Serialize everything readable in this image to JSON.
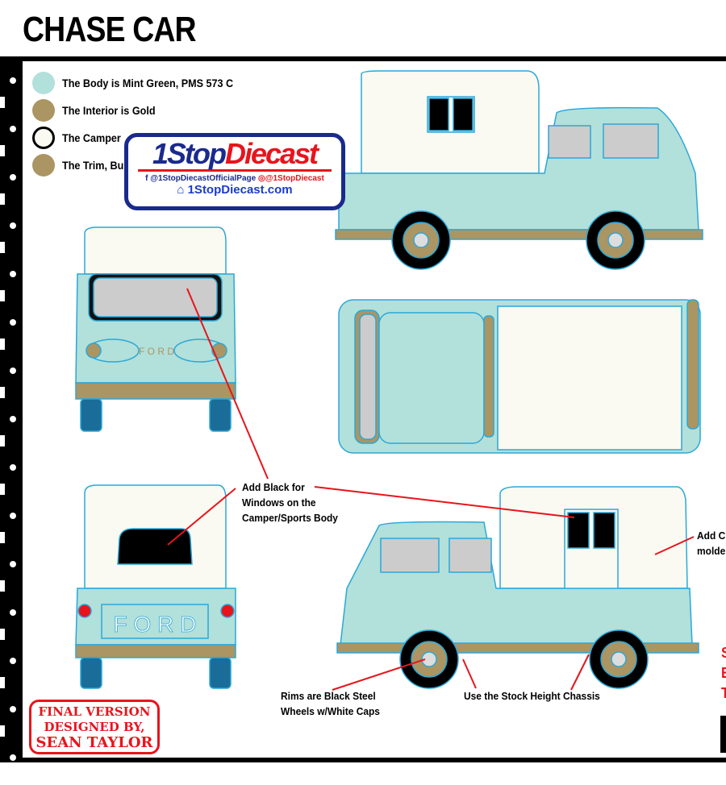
{
  "title": "CHASE CAR",
  "legend": [
    {
      "text": "The Body is Mint Green, PMS 573 C",
      "color": "#b2e0da"
    },
    {
      "text": "The Interior is Gold",
      "color": "#ab9563"
    },
    {
      "text": "The Camper",
      "color": "#fafaf2"
    },
    {
      "text": "The Trim, Bu",
      "color": "#ab9563"
    }
  ],
  "logo": {
    "brand_a": "1Stop",
    "brand_b": "Diecast",
    "facebook": "@1StopDiecastOfficialPage",
    "instagram": "@1StopDiecast",
    "website": "1StopDiecast.com"
  },
  "notes": {
    "windows": [
      "Add Black for",
      "Windows on the",
      "Camper/Sports Body"
    ],
    "right": [
      "Add C",
      "molde"
    ],
    "rims": [
      "Rims are Black Steel",
      "Wheels w/White Caps"
    ],
    "chassis": "Use the Stock Height Chassis",
    "red": [
      "S",
      "E",
      "T"
    ]
  },
  "stamp": [
    "FINAL VERSION",
    "DESIGNED BY,",
    "SEAN TAYLOR"
  ],
  "front_badge": "F O R D",
  "rear_badge": "F O R D",
  "colors": {
    "mint": "#b2e0da",
    "gold": "#ab9563",
    "white": "#fafaf2",
    "line": "#2aa8d8",
    "red": "#e8141c"
  }
}
